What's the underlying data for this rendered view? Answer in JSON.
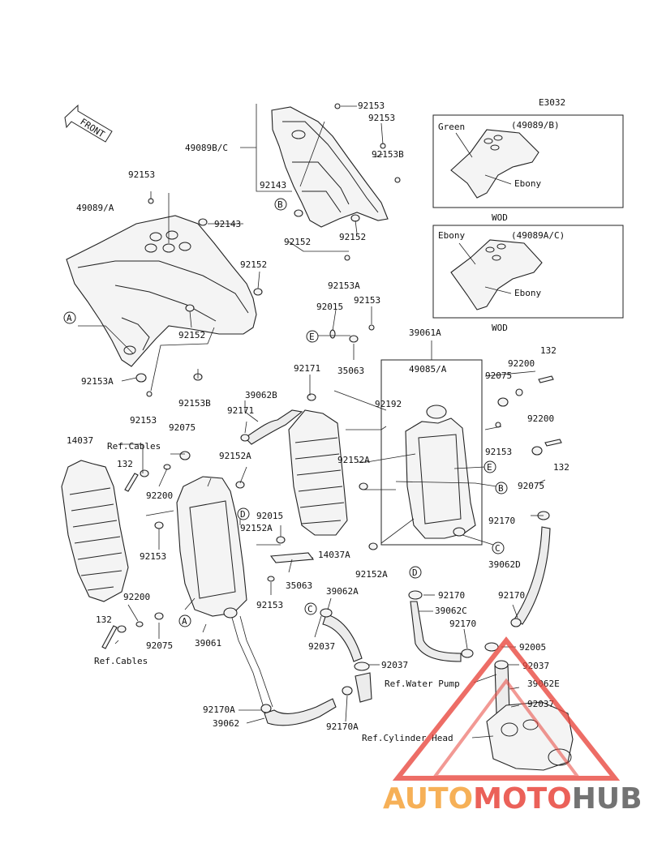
{
  "diagram_code": "E3032",
  "front_label": "FRONT",
  "parts": [
    {
      "id": "p1",
      "text": "92153"
    },
    {
      "id": "p2",
      "text": "92153"
    },
    {
      "id": "p3",
      "text": "49089B/C"
    },
    {
      "id": "p4",
      "text": "92153B"
    },
    {
      "id": "p5",
      "text": "92143"
    },
    {
      "id": "p6",
      "text": "92152"
    },
    {
      "id": "p7",
      "text": "92152"
    },
    {
      "id": "p8",
      "text": "92153A"
    },
    {
      "id": "p9",
      "text": "92153"
    },
    {
      "id": "p10",
      "text": "49089/A"
    },
    {
      "id": "p11",
      "text": "92143"
    },
    {
      "id": "p12",
      "text": "92152"
    },
    {
      "id": "p13",
      "text": "92152"
    },
    {
      "id": "p14",
      "text": "92153A"
    },
    {
      "id": "p15",
      "text": "92153B"
    },
    {
      "id": "p16",
      "text": "92153"
    },
    {
      "id": "p17",
      "text": "92015"
    },
    {
      "id": "p18",
      "text": "92153"
    },
    {
      "id": "p19",
      "text": "35063"
    },
    {
      "id": "p20",
      "text": "39061A"
    },
    {
      "id": "p21",
      "text": "49085/A"
    },
    {
      "id": "p22",
      "text": "132"
    },
    {
      "id": "p23",
      "text": "92200"
    },
    {
      "id": "p24",
      "text": "92075"
    },
    {
      "id": "p25",
      "text": "92171"
    },
    {
      "id": "p26",
      "text": "39062B"
    },
    {
      "id": "p27",
      "text": "92192"
    },
    {
      "id": "p28",
      "text": "92171"
    },
    {
      "id": "p29",
      "text": "92200"
    },
    {
      "id": "p30",
      "text": "132"
    },
    {
      "id": "p31",
      "text": "14037"
    },
    {
      "id": "p32",
      "text": "92075"
    },
    {
      "id": "p33",
      "text": "Ref.Cables"
    },
    {
      "id": "p34",
      "text": "132"
    },
    {
      "id": "p35",
      "text": "92200"
    },
    {
      "id": "p36",
      "text": "92152A"
    },
    {
      "id": "p37",
      "text": "92152A"
    },
    {
      "id": "p38",
      "text": "92153"
    },
    {
      "id": "p39",
      "text": "92075"
    },
    {
      "id": "p40",
      "text": "92015"
    },
    {
      "id": "p41",
      "text": "92152A"
    },
    {
      "id": "p42",
      "text": "92153"
    },
    {
      "id": "p43",
      "text": "14037A"
    },
    {
      "id": "p44",
      "text": "35063"
    },
    {
      "id": "p45",
      "text": "92170"
    },
    {
      "id": "p46",
      "text": "39062D"
    },
    {
      "id": "p47",
      "text": "92152A"
    },
    {
      "id": "p48",
      "text": "92153"
    },
    {
      "id": "p49",
      "text": "92200"
    },
    {
      "id": "p50",
      "text": "132"
    },
    {
      "id": "p51",
      "text": "92075"
    },
    {
      "id": "p52",
      "text": "39061"
    },
    {
      "id": "p53",
      "text": "Ref.Cables"
    },
    {
      "id": "p54",
      "text": "39062A"
    },
    {
      "id": "p55",
      "text": "92170"
    },
    {
      "id": "p56",
      "text": "39062C"
    },
    {
      "id": "p57",
      "text": "92170"
    },
    {
      "id": "p58",
      "text": "92170"
    },
    {
      "id": "p59",
      "text": "92037"
    },
    {
      "id": "p60",
      "text": "92037"
    },
    {
      "id": "p61",
      "text": "Ref.Water Pump"
    },
    {
      "id": "p62",
      "text": "92005"
    },
    {
      "id": "p63",
      "text": "92037"
    },
    {
      "id": "p64",
      "text": "39062E"
    },
    {
      "id": "p65",
      "text": "92037"
    },
    {
      "id": "p66",
      "text": "92170A"
    },
    {
      "id": "p67",
      "text": "39062"
    },
    {
      "id": "p68",
      "text": "92170A"
    },
    {
      "id": "p69",
      "text": "Ref.Cylinder Head"
    }
  ],
  "callouts": [
    {
      "id": "c1",
      "letter": "B"
    },
    {
      "id": "c2",
      "letter": "A"
    },
    {
      "id": "c3",
      "letter": "E"
    },
    {
      "id": "c4",
      "letter": "E"
    },
    {
      "id": "c5",
      "letter": "B"
    },
    {
      "id": "c6",
      "letter": "C"
    },
    {
      "id": "c7",
      "letter": "D"
    },
    {
      "id": "c8",
      "letter": "A"
    },
    {
      "id": "c9",
      "letter": "D"
    },
    {
      "id": "c10",
      "letter": "C"
    }
  ],
  "inset_top": {
    "label_green": "Green",
    "label_code": "(49089/B)",
    "label_ebony": "Ebony",
    "caption": "WOD"
  },
  "inset_bottom": {
    "label_ebony_1": "Ebony",
    "label_code": "(49089A/C)",
    "label_ebony_2": "Ebony",
    "caption": "WOD"
  },
  "watermark": {
    "part1": "AUTO",
    "part2": "MOTO",
    "part3": "HUB",
    "color_orange": "#f5a23a",
    "color_red": "#e8453c",
    "color_grey": "#5a5a5a"
  }
}
